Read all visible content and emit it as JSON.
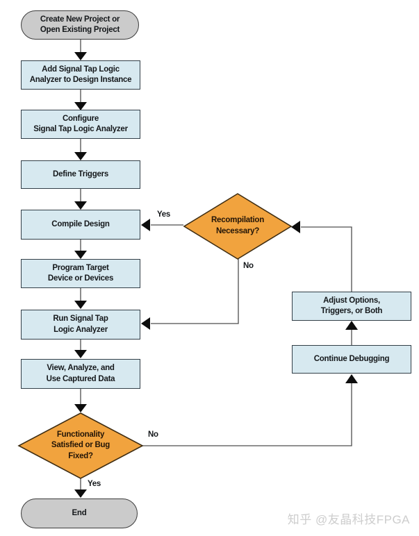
{
  "flowchart": {
    "nodes": {
      "start": {
        "label": "Create New Project or\nOpen Existing Project",
        "shape": "terminator"
      },
      "add_signal_tap": {
        "label": "Add Signal Tap Logic\nAnalyzer to Design Instance",
        "shape": "process"
      },
      "configure": {
        "label": "Configure\nSignal Tap Logic Analyzer",
        "shape": "process"
      },
      "define_triggers": {
        "label": "Define Triggers",
        "shape": "process"
      },
      "compile_design": {
        "label": "Compile Design",
        "shape": "process"
      },
      "program_target": {
        "label": "Program Target\nDevice or Devices",
        "shape": "process"
      },
      "run_signal_tap": {
        "label": "Run Signal Tap\nLogic Analyzer",
        "shape": "process"
      },
      "view_analyze": {
        "label": "View, Analyze, and\nUse Captured Data",
        "shape": "process"
      },
      "functionality_decision": {
        "label": "Functionality\nSatisfied or Bug\nFixed?",
        "shape": "decision"
      },
      "end": {
        "label": "End",
        "shape": "terminator"
      },
      "recompilation_decision": {
        "label": "Recompilation\nNecessary?",
        "shape": "decision"
      },
      "adjust_options": {
        "label": "Adjust Options,\nTriggers, or Both",
        "shape": "process"
      },
      "continue_debugging": {
        "label": "Continue Debugging",
        "shape": "process"
      }
    },
    "edge_labels": {
      "recompilation_yes": "Yes",
      "recompilation_no": "No",
      "functionality_no": "No",
      "functionality_yes": "Yes"
    },
    "colors": {
      "process_fill": "#d7e9f0",
      "process_border": "#323e47",
      "decision_fill": "#f1a33e",
      "decision_border": "#3f2d12",
      "terminator_fill": "#cbcbcb",
      "terminator_border": "#3c3c3c",
      "connector_line": "#4d4d4d",
      "arrowhead": "#0d0d0d",
      "text": "#15181b"
    }
  },
  "watermark": {
    "text": "知乎 @友晶科技FPGA"
  }
}
